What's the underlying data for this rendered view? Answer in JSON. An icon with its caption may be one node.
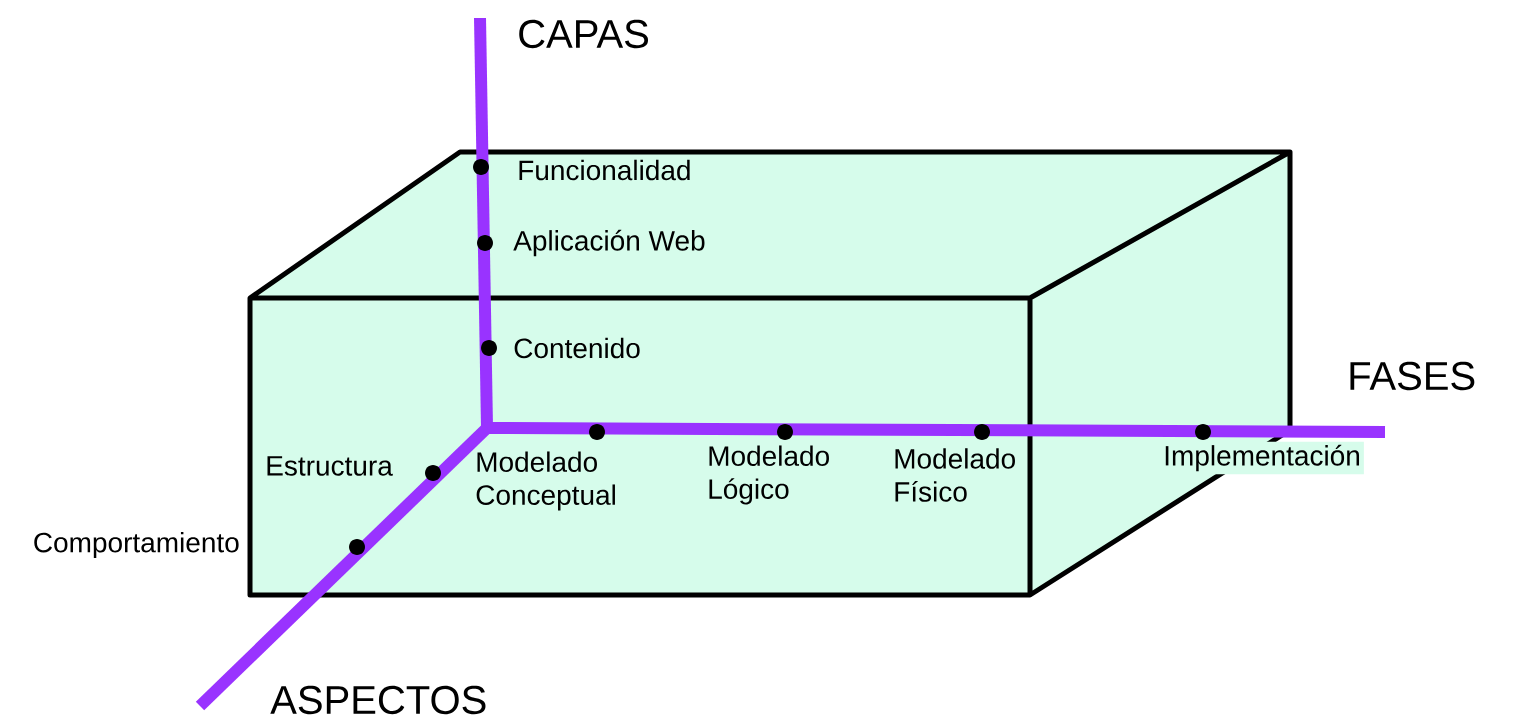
{
  "diagram": {
    "labels": [
      "CAPAS",
      "Funcionalidad",
      "Aplicación Web",
      "Contenido",
      "FASES",
      "Estructura",
      "Modelado Conceptual",
      "Modelado Lógico",
      "Modelado Físico",
      "Implementación",
      "Comportamiento",
      "ASPECTOS"
    ]
  }
}
